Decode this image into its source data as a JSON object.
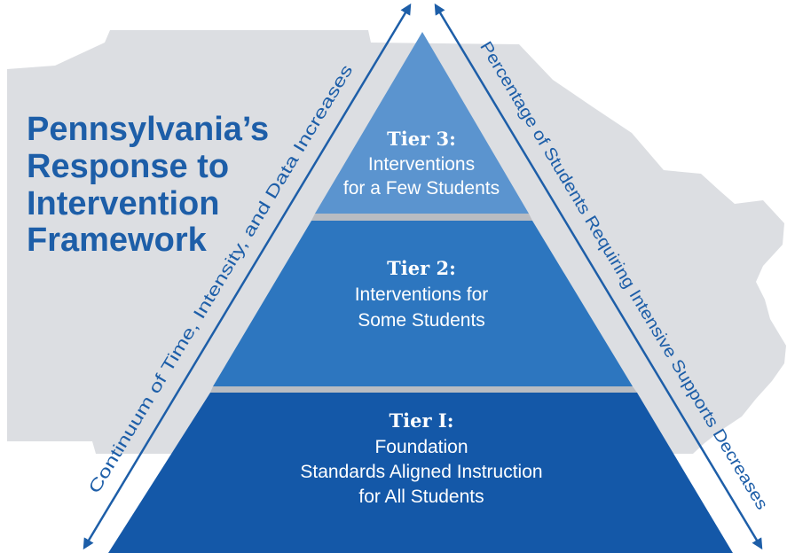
{
  "title": {
    "lines": [
      "Pennsylvania’s",
      "Response to",
      "Intervention",
      "Framework"
    ]
  },
  "tiers": [
    {
      "heading": "Tier 3:",
      "lines": [
        "Interventions",
        "for a Few Students"
      ]
    },
    {
      "heading": "Tier 2:",
      "lines": [
        "Interventions for",
        "Some Students"
      ]
    },
    {
      "heading": "Tier I:",
      "lines": [
        "Foundation",
        "Standards Aligned Instruction",
        "for All Students"
      ]
    }
  ],
  "arrows": {
    "left_label": "Continuum of Time, Intensity, and Data Increases",
    "right_label": "Percentage of Students Requiring Intensive Supports Decreases"
  },
  "colors": {
    "state_shape": "#dcdee2",
    "tier3": "#5b94cf",
    "tier2": "#2d76bf",
    "tier1": "#1458a8",
    "separator": "#b9bcc2",
    "accent": "#1d5ea8"
  }
}
